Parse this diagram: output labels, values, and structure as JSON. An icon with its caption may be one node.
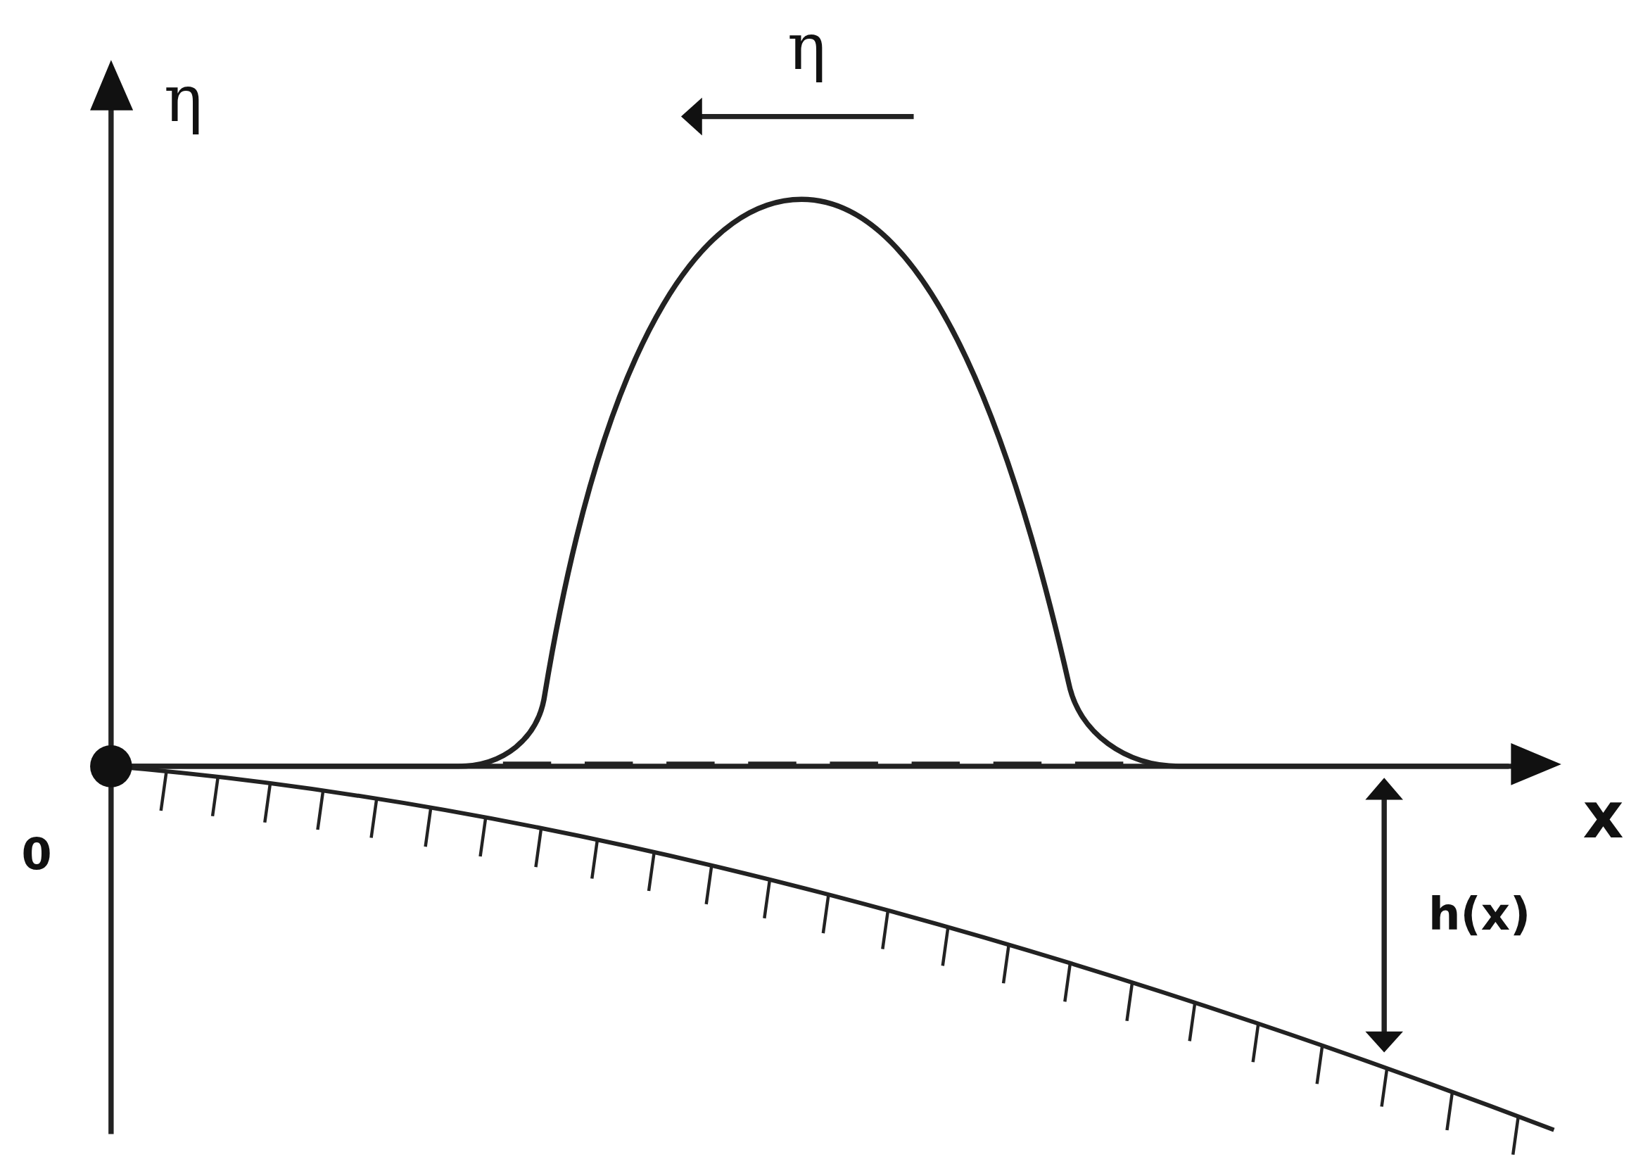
{
  "diagram": {
    "labels": [
      "η",
      "η",
      "x",
      "0",
      "h(x)"
    ]
  }
}
